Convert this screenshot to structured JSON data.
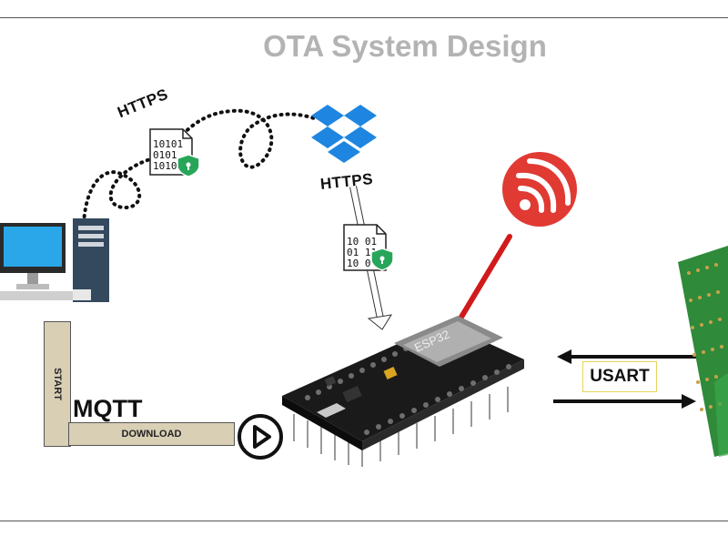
{
  "title": "OTA System Design",
  "labels": {
    "https_left": "HTTPS",
    "https_right": "HTTPS",
    "mqtt": "MQTT",
    "start": "START",
    "download": "DOWNLOAD",
    "usart": "USART",
    "chip": "ESP32"
  },
  "file_icon_lines": [
    "10101",
    "0101",
    "1010"
  ],
  "file_icon_lines_2": [
    "10  01",
    "01  11",
    "10  0"
  ],
  "icons": {
    "computer": "desktop-computer-icon",
    "cloud": "dropbox-icon",
    "file": "binary-file-icon",
    "lock": "lock-shield-icon",
    "logo": "espressif-logo-icon",
    "board": "esp32-board-icon",
    "pcb": "pcb-board-icon",
    "play": "play-button-icon"
  },
  "colors": {
    "title": "#b3b3b3",
    "dropbox": "#1e86e0",
    "espressif_red": "#e03a33",
    "antenna": "#d21a1a",
    "shield": "#27a65a",
    "pcb": "#2f8a3a",
    "bar": "#d8cfb5"
  }
}
